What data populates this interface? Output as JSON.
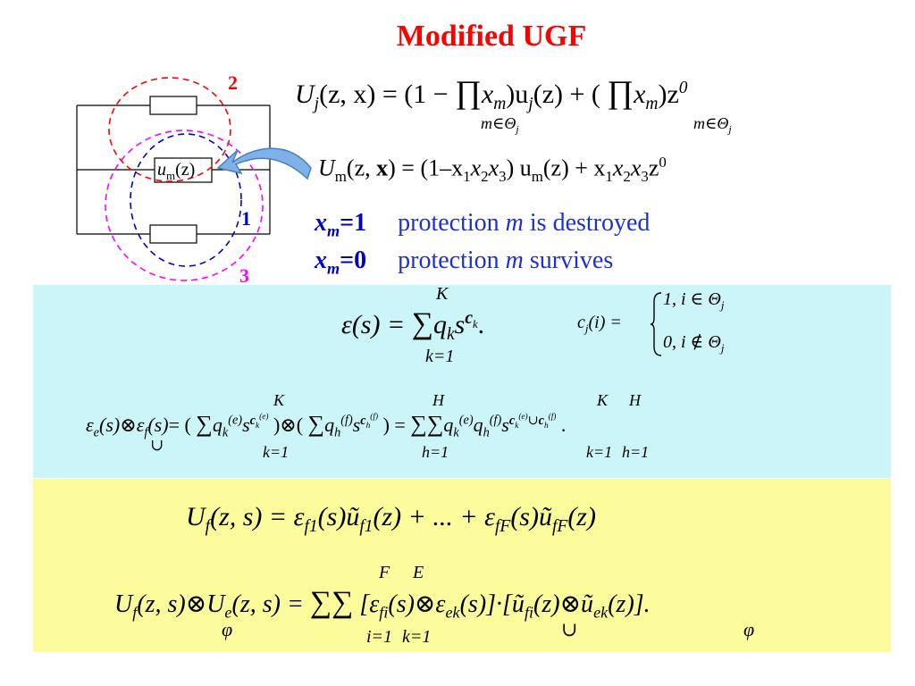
{
  "title": "Modified UGF",
  "diagram": {
    "label_2": "2",
    "label_1": "1",
    "label_3": "3",
    "box_var": "u",
    "box_sub": "m",
    "box_arg": "(z)",
    "colors": {
      "circle_2": "#ff0000",
      "circle_1": "#0000cc",
      "circle_3": "#ff00ff",
      "arrow": "#5b9bd5"
    }
  },
  "equations": {
    "uj_lhs": "U",
    "uj_sub": "j",
    "uj_args": "(z, x) = (1 −",
    "prod": "∏",
    "xm": "x",
    "xm_sub": "m",
    "uj_mid": ")u",
    "uj_mid2": "(z) + (",
    "uj_end": ")z",
    "uj_sup": "0",
    "under_prod": "m∈Θ",
    "under_sub": "j",
    "um_line": "U",
    "um_sub": "m",
    "um_rest_a": "(z, ",
    "um_x": "x",
    "um_rest_b": ") = (1–x",
    "one": "1",
    "two": "2",
    "three": "3",
    "x": "x",
    "um_rest_c": ") u",
    "um_rest_d": "(z) + x",
    "z0": "z",
    "zero": "0"
  },
  "states": {
    "destroyed_var": "x",
    "destroyed_sub": "m",
    "destroyed_val": "=1",
    "destroyed_text_a": "protection ",
    "destroyed_m": "m",
    "destroyed_text_b": " is destroyed",
    "survives_var": "x",
    "survives_sub": "m",
    "survives_val": "=0",
    "survives_text_a": "protection ",
    "survives_m": "m",
    "survives_text_b": " survives"
  },
  "blue_panel": {
    "eps_def": "ε(s) =",
    "sum": "∑",
    "sum_top_K": "K",
    "sum_bot_k1": "k=1",
    "q_k": "q",
    "k": "k",
    "s": "s",
    "c": "c",
    "period": ".",
    "cj_def": "c",
    "cj_sub": "j",
    "cj_arg": "(i) =",
    "case1": "1, i ∈ Θ",
    "case2": "0, i ∉ Θ",
    "case_sub": "j",
    "conv_lhs_a": "ε",
    "conv_e": "e",
    "conv_s": "(s)",
    "otimes": "⊗",
    "cup": "∪",
    "conv_f": "f",
    "eq_open": "= (",
    "close_otimes_open": ")⊗(",
    "close_eq": ") =",
    "H": "H",
    "h1": "h=1",
    "sup_e": "(e)",
    "sup_f": "(f)",
    "h": "h",
    "cup_mid": "∪"
  },
  "yellow_panel": {
    "uf_lhs": "U",
    "uf_sub": "f",
    "uf_args": "(z, s) = ε",
    "f1": "f1",
    "s_u": "(s)ũ",
    "f1b": "f1",
    "mid": "(z) + ... + ε",
    "fF": "fF",
    "s_u2": "(s)ũ",
    "fF2": "fF",
    "end": "(z)",
    "comp_lhs": "U",
    "comp_f": "f",
    "comp_args": "(z, s)⊗U",
    "comp_e": "e",
    "comp_args2": "(z, s) =",
    "phi": "φ",
    "F": "F",
    "E": "E",
    "i1": "i=1",
    "k1": "k=1",
    "bracket_open": "[ε",
    "fi": "fi",
    "s_otimes": "(s)⊗ε",
    "ek": "ek",
    "s_close": "(s)]·[ũ",
    "fi2": "fi",
    "z_otimes": "(z)⊗ũ",
    "ek2": "ek",
    "z_close": "(z)]."
  }
}
